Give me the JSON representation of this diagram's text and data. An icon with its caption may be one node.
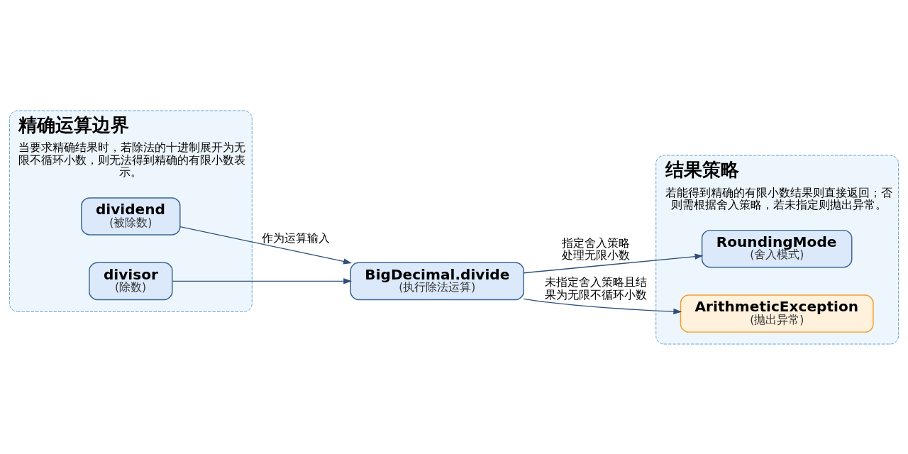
{
  "diagram": {
    "nodes": [
      {
        "text": [
          "精确运算边界",
          "当要求精确结果时，若除法的十进制展开为无限不循环小数，则无法得到精确的有限小数表示。"
        ]
      },
      {
        "text": [
          "dividend",
          "(被除数)"
        ],
        "in": 0
      },
      {
        "text": [
          "divisor",
          "(除数)"
        ],
        "in": 0
      },
      {
        "text": [
          "BigDecimal.divide",
          "(执行除法运算)"
        ]
      },
      {
        "text": [
          "结果策略",
          "若能得到精确的有限小数结果则直接返回；否则需根据舍入策略，若未指定则抛出异常。"
        ]
      },
      {
        "text": [
          "RoundingMode",
          "(舍入模式)"
        ],
        "in": 4
      },
      {
        "text": [
          "ArithmeticException",
          "(抛出异常)"
        ],
        "in": 4
      }
    ],
    "edges": [
      {
        "from": 1,
        "to": 3,
        "arrow": "to",
        "label": "作为运算输入"
      },
      {
        "from": 2,
        "to": 3,
        "arrow": "to"
      },
      {
        "from": 3,
        "to": 5,
        "arrow": "to",
        "label": "指定舍入策略处理无限小数"
      },
      {
        "from": 3,
        "to": 6,
        "arrow": "to",
        "label": "未指定舍入策略且结果为无限不循环小数"
      }
    ]
  }
}
